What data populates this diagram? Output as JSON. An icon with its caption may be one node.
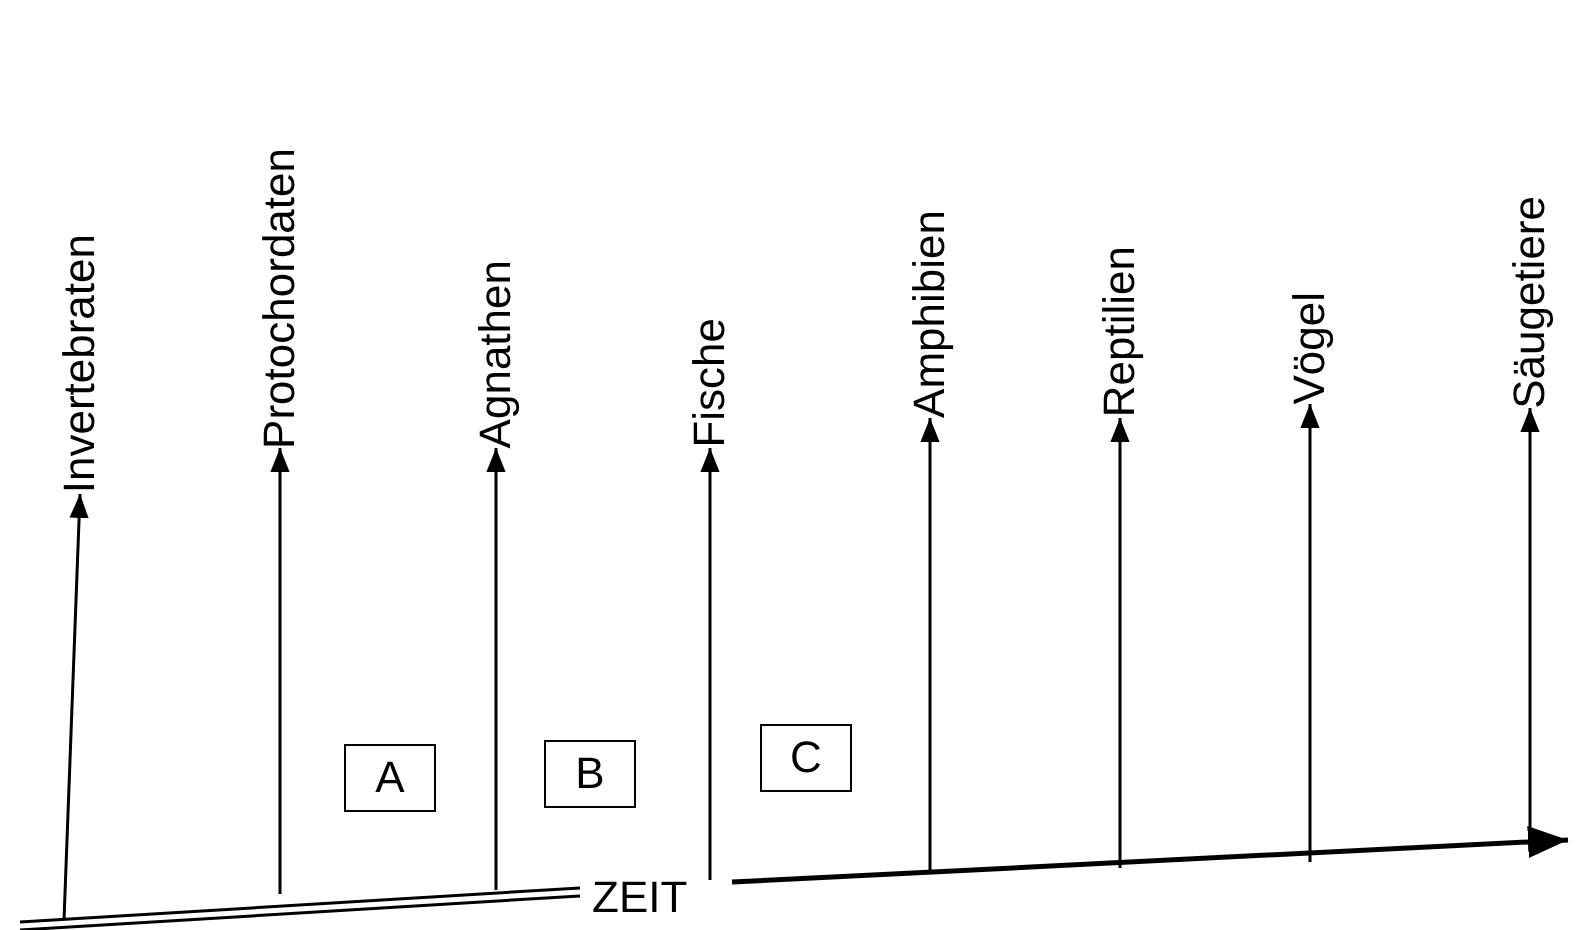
{
  "diagram": {
    "nodes": [
      {
        "text": [
          "Invertebraten"
        ]
      },
      {
        "text": [
          "Protochordaten"
        ]
      },
      {
        "text": [
          "Agnathen"
        ]
      },
      {
        "text": [
          "Fische"
        ]
      },
      {
        "text": [
          "Amphibien"
        ]
      },
      {
        "text": [
          "Reptilien"
        ]
      },
      {
        "text": [
          "Vögel"
        ]
      },
      {
        "text": [
          "Säugetiere"
        ]
      },
      {
        "text": [
          "A"
        ]
      },
      {
        "text": [
          "B"
        ]
      },
      {
        "text": [
          "C"
        ]
      }
    ],
    "edges": [
      {
        "from": null,
        "to": 0,
        "arrow": "to"
      },
      {
        "from": null,
        "to": 1,
        "arrow": "to"
      },
      {
        "from": null,
        "to": 2,
        "arrow": "to"
      },
      {
        "from": null,
        "to": 3,
        "arrow": "to"
      },
      {
        "from": null,
        "to": 4,
        "arrow": "to"
      },
      {
        "from": null,
        "to": 5,
        "arrow": "to"
      },
      {
        "from": null,
        "to": 6,
        "arrow": "to"
      },
      {
        "from": null,
        "to": 7,
        "arrow": "to"
      }
    ],
    "labels": [
      "ZEIT"
    ]
  }
}
